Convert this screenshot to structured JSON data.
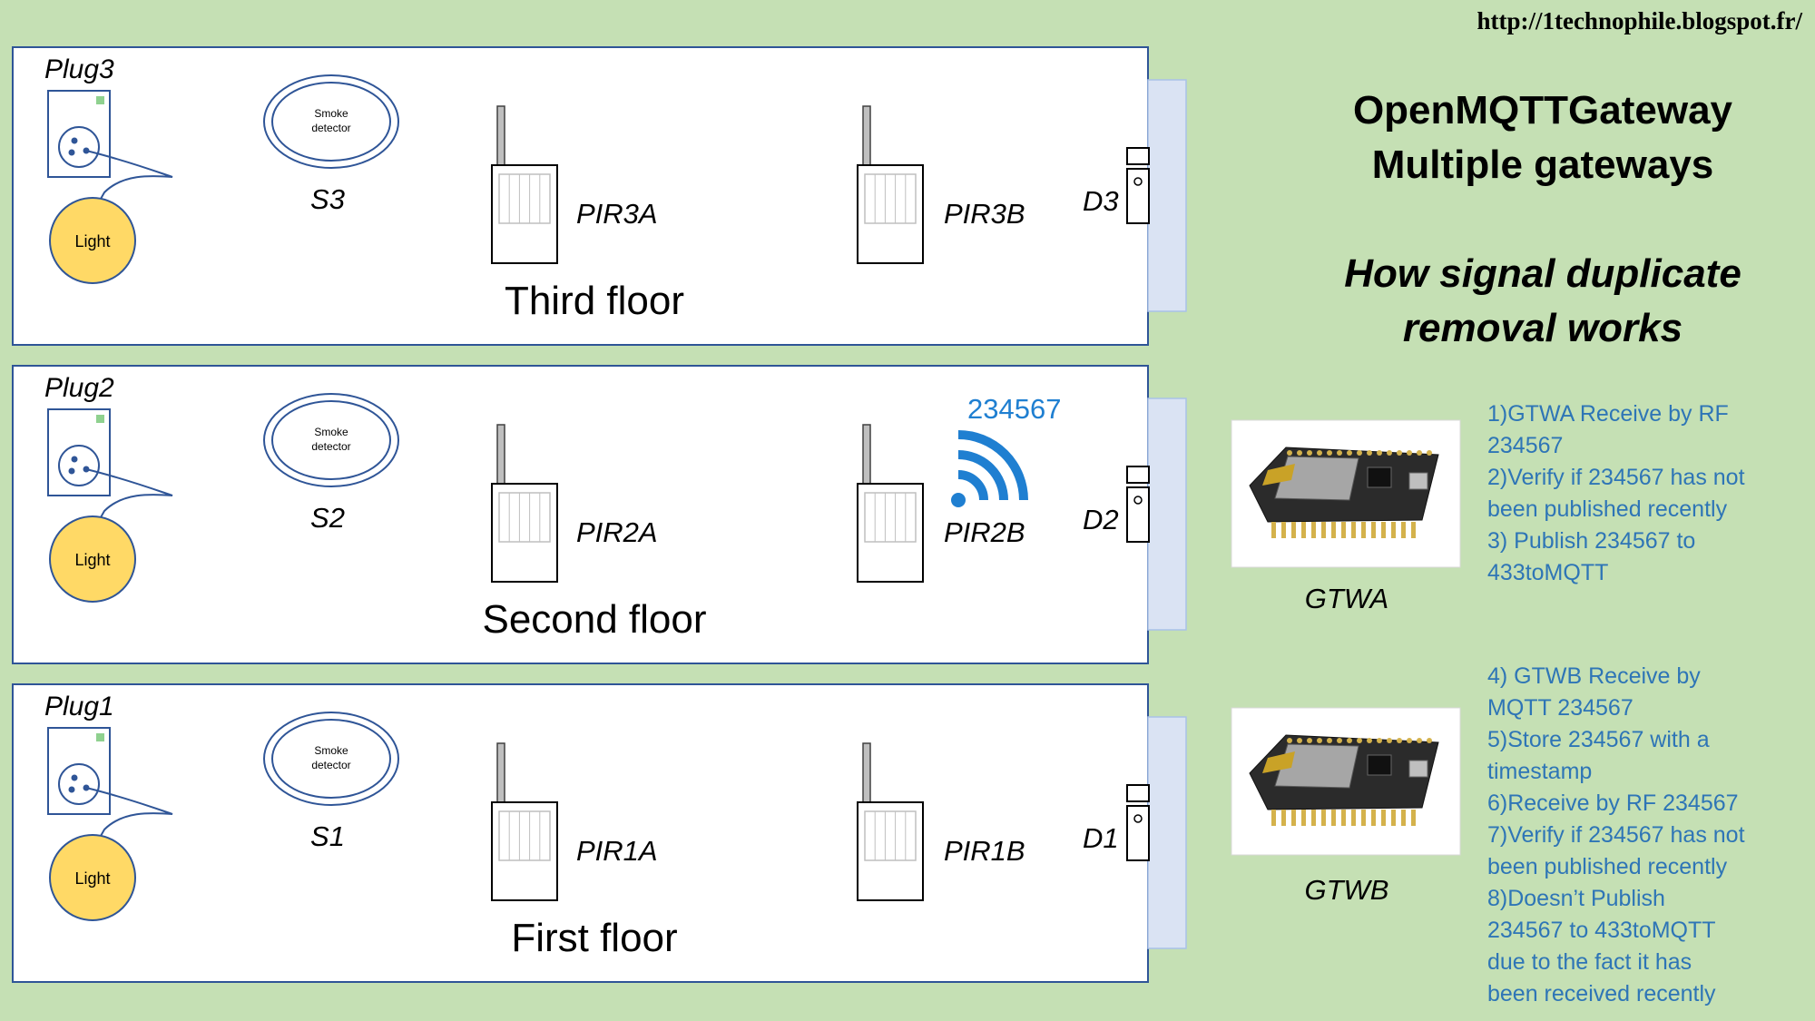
{
  "url": "http://1technophile.blogspot.fr/",
  "title_lines": [
    "OpenMQTTGateway",
    "Multiple gateways"
  ],
  "subtitle_lines": [
    "How signal duplicate",
    "removal works"
  ],
  "floors": [
    {
      "name": "Third floor",
      "plug": "Plug3",
      "light": "Light",
      "smoke_lines": [
        "Smoke",
        "detector"
      ],
      "smoke": "S3",
      "pir_a": "PIR3A",
      "pir_b": "PIR3B",
      "door": "D3"
    },
    {
      "name": "Second floor",
      "plug": "Plug2",
      "light": "Light",
      "smoke_lines": [
        "Smoke",
        "detector"
      ],
      "smoke": "S2",
      "pir_a": "PIR2A",
      "pir_b": "PIR2B",
      "door": "D2"
    },
    {
      "name": "First floor",
      "plug": "Plug1",
      "light": "Light",
      "smoke_lines": [
        "Smoke",
        "detector"
      ],
      "smoke": "S1",
      "pir_a": "PIR1A",
      "pir_b": "PIR1B",
      "door": "D1"
    }
  ],
  "signal": {
    "code": "234567",
    "icon": "wifi-signal-icon",
    "color": "#1f7fd1"
  },
  "gateways": [
    {
      "label": "GTWA",
      "icon": "esp8266-board-icon",
      "steps": [
        "1)GTWA Receive by RF",
        "234567",
        "2)Verify if 234567 has not",
        "been published  recently",
        "3) Publish 234567 to",
        "433toMQTT"
      ]
    },
    {
      "label": "GTWB",
      "icon": "esp8266-board-icon",
      "steps": [
        "4) GTWB Receive by",
        "MQTT 234567",
        "5)Store 234567 with a",
        "timestamp",
        "6)Receive by RF 234567",
        "7)Verify if 234567 has not",
        "been published  recently",
        "8)Doesn’t  Publish",
        "234567 to 433toMQTT",
        "due to the fact it has",
        "been received recently"
      ]
    }
  ],
  "colors": {
    "background": "#c5e0b4",
    "light_fill": "#ffd966",
    "step_text": "#2e75b6",
    "box_border": "#2f5597",
    "door_frame": "#dae3f3"
  }
}
